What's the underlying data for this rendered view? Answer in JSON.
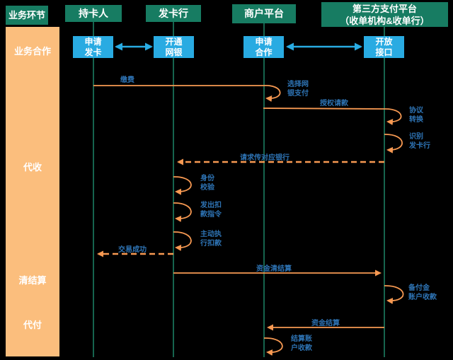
{
  "colors": {
    "background": "#000000",
    "header_green": "#177C62",
    "lifeline_green": "#1F8F6F",
    "sidebar_orange": "#FBBE7D",
    "activation_blue": "#29ABE2",
    "message_orange": "#F79952",
    "label_blue": "#2E74B5",
    "white": "#FFFFFF"
  },
  "sidebar": {
    "header": "业务环节",
    "sections": [
      {
        "label": "业务合作"
      },
      {
        "label": "代收"
      },
      {
        "label": "清结算"
      },
      {
        "label": "代付"
      }
    ]
  },
  "actors": [
    {
      "name": "持卡人",
      "lines": [
        "持卡人"
      ]
    },
    {
      "name": "发卡行",
      "lines": [
        "发卡行"
      ]
    },
    {
      "name": "商户平台",
      "lines": [
        "商户平台"
      ]
    },
    {
      "name": "第三方支付平台（收单机构&收单行）",
      "lines": [
        "第三方支付平台",
        "（收单机构&收单行）"
      ]
    }
  ],
  "activations": [
    {
      "label": "申请发卡",
      "lines": [
        "申请",
        "发卡"
      ]
    },
    {
      "label": "开通网银",
      "lines": [
        "开通",
        "网银"
      ]
    },
    {
      "label": "申请合作",
      "lines": [
        "申请",
        "合作"
      ]
    },
    {
      "label": "开放接口",
      "lines": [
        "开放",
        "接口"
      ]
    }
  ],
  "messages": [
    {
      "label": "缴费",
      "from": "持卡人",
      "to": "商户平台",
      "style": "solid",
      "lines": [
        "缴费"
      ]
    },
    {
      "label": "选择网银支付",
      "on": "商户平台",
      "style": "self",
      "lines": [
        "选择网",
        "银支付"
      ]
    },
    {
      "label": "授权请款",
      "from": "商户平台",
      "to": "第三方支付平台",
      "style": "solid",
      "lines": [
        "授权请款"
      ]
    },
    {
      "label": "协议转换",
      "on": "第三方支付平台",
      "style": "self",
      "lines": [
        "协议",
        "转换"
      ]
    },
    {
      "label": "识别发卡行",
      "on": "第三方支付平台",
      "style": "self",
      "lines": [
        "识别",
        "发卡行"
      ]
    },
    {
      "label": "请求传对应银行",
      "from": "第三方支付平台",
      "to": "发卡行",
      "style": "dashed",
      "lines": [
        "请求传对应银行"
      ]
    },
    {
      "label": "身份校验",
      "on": "发卡行",
      "style": "self",
      "lines": [
        "身份",
        "校验"
      ]
    },
    {
      "label": "发出扣款指令",
      "on": "发卡行",
      "style": "self",
      "lines": [
        "发出扣",
        "款指令"
      ]
    },
    {
      "label": "主动执行扣款",
      "on": "发卡行",
      "style": "self",
      "lines": [
        "主动执",
        "行扣款"
      ]
    },
    {
      "label": "交易成功",
      "from": "发卡行",
      "to": "持卡人",
      "style": "dashed",
      "lines": [
        "交易成功"
      ]
    },
    {
      "label": "资金清结算",
      "from": "发卡行",
      "to": "第三方支付平台",
      "style": "solid",
      "lines": [
        "资金清结算"
      ]
    },
    {
      "label": "备付金账户收款",
      "on": "第三方支付平台",
      "style": "self",
      "lines": [
        "备付金",
        "账户收款"
      ]
    },
    {
      "label": "资金结算",
      "from": "第三方支付平台",
      "to": "商户平台",
      "style": "solid",
      "lines": [
        "资金结算"
      ]
    },
    {
      "label": "结算账户收款",
      "on": "商户平台",
      "style": "self",
      "lines": [
        "结算账",
        "户收款"
      ]
    }
  ]
}
